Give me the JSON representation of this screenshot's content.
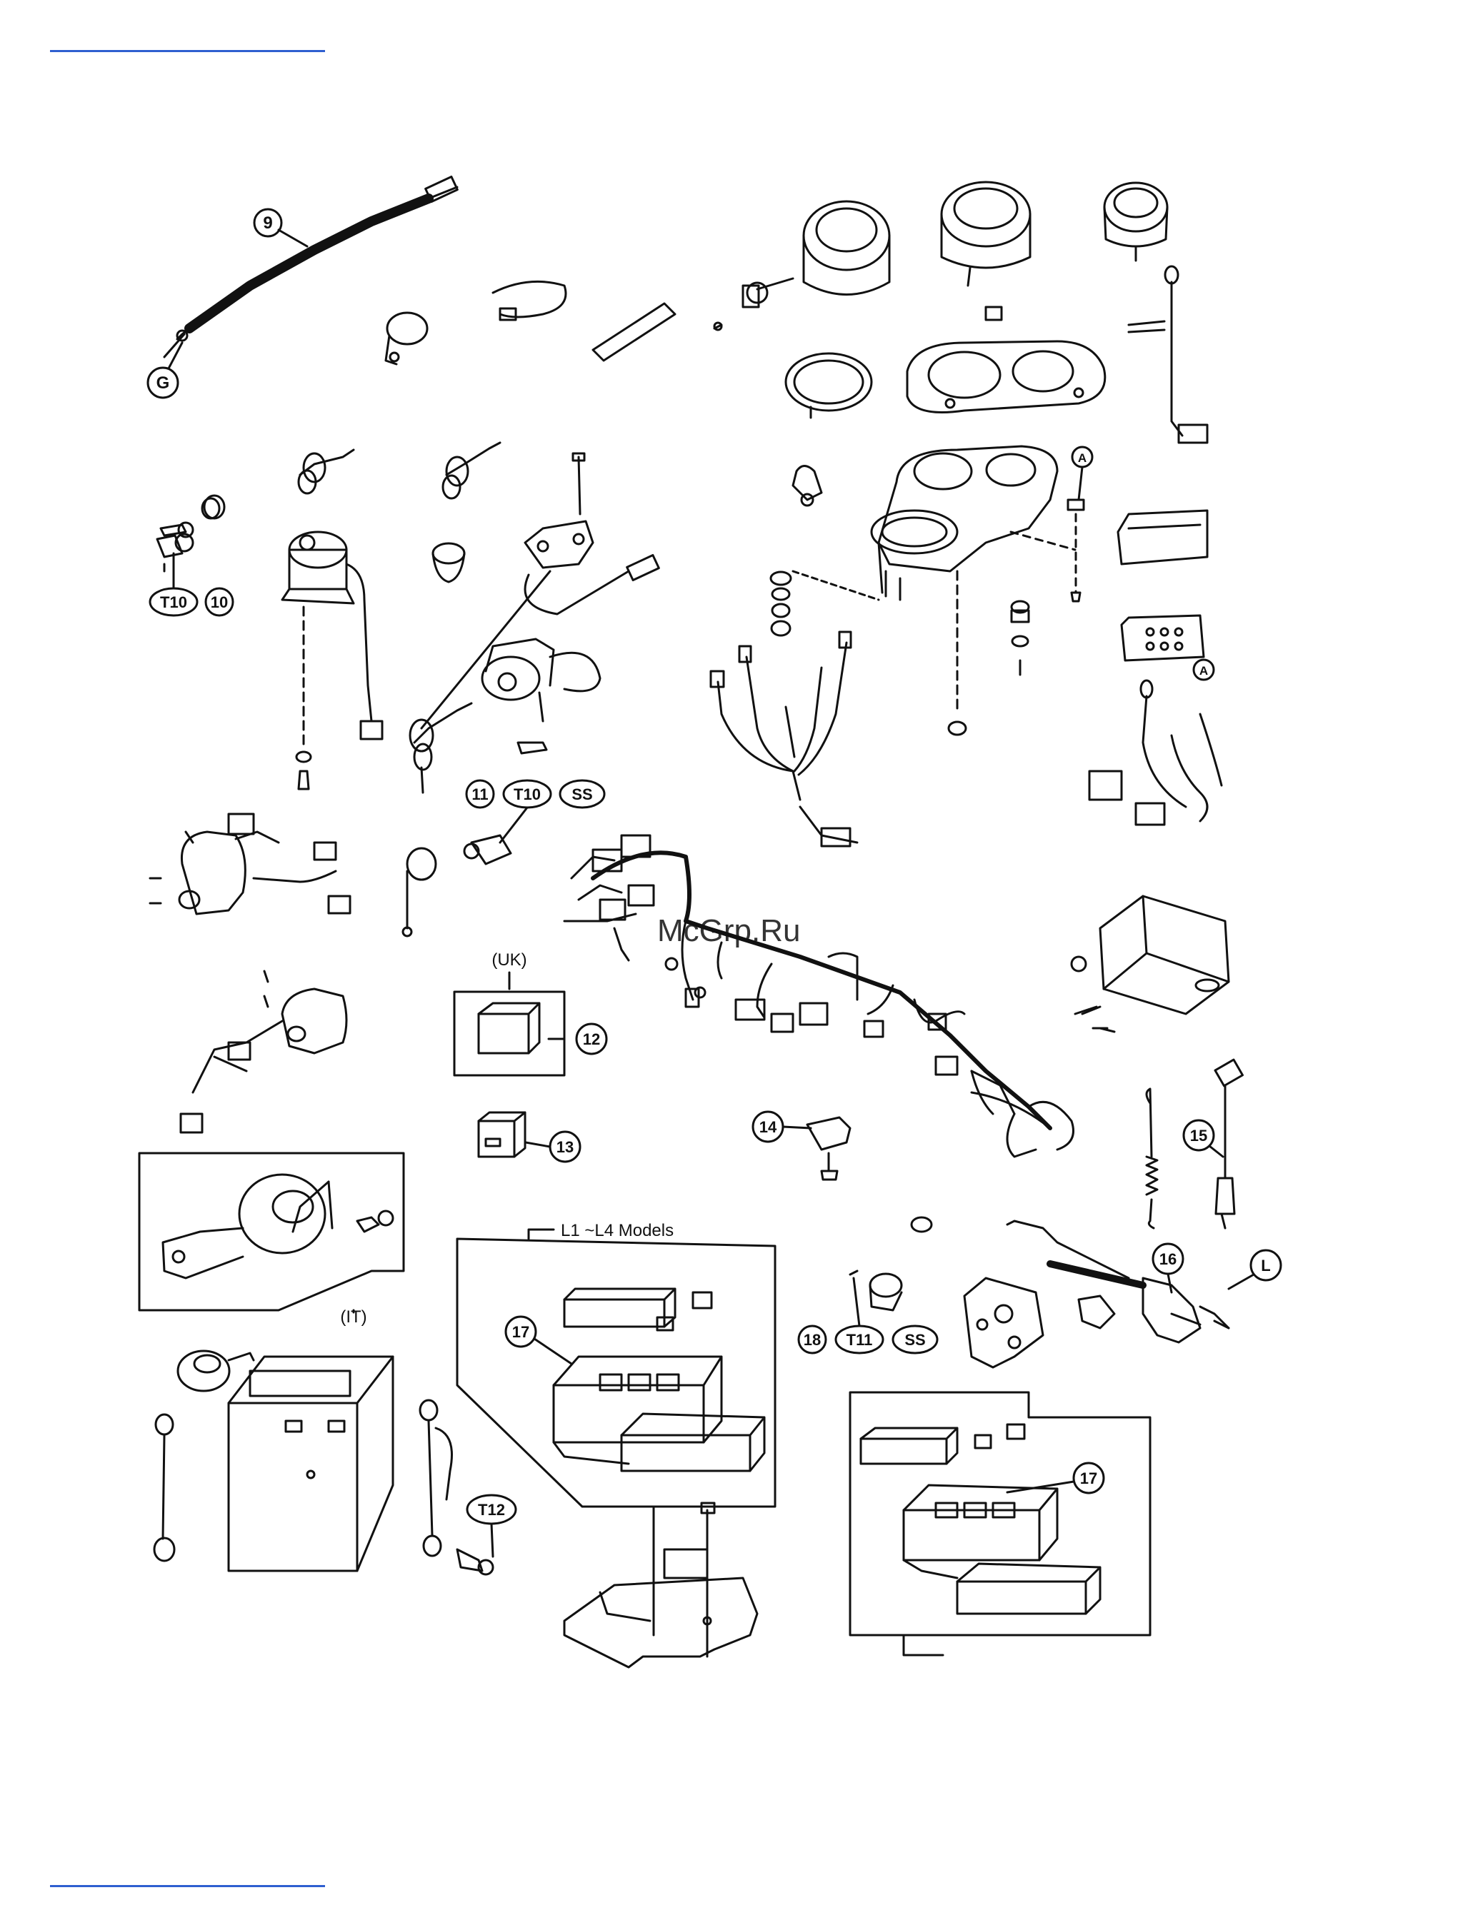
{
  "watermark": "McGrp.Ru",
  "colors": {
    "rule": "#2f5fd0",
    "ink": "#111111",
    "watermark": "#d23a2a"
  },
  "groups": {
    "uk": "(UK)",
    "it": "(IT)",
    "l_models": "L1 ~L4 Models"
  },
  "callouts": {
    "c9": "9",
    "cG": "G",
    "cT10a": "T10",
    "c10": "10",
    "c11": "11",
    "cT10b": "T10",
    "cSSa": "SS",
    "cAa": "A",
    "cAb": "A",
    "c12": "12",
    "c13": "13",
    "c14": "14",
    "c15": "15",
    "c16": "16",
    "cL": "L",
    "c17a": "17",
    "c17b": "17",
    "c18": "18",
    "cT11": "T11",
    "cSSb": "SS",
    "cT12": "T12"
  }
}
